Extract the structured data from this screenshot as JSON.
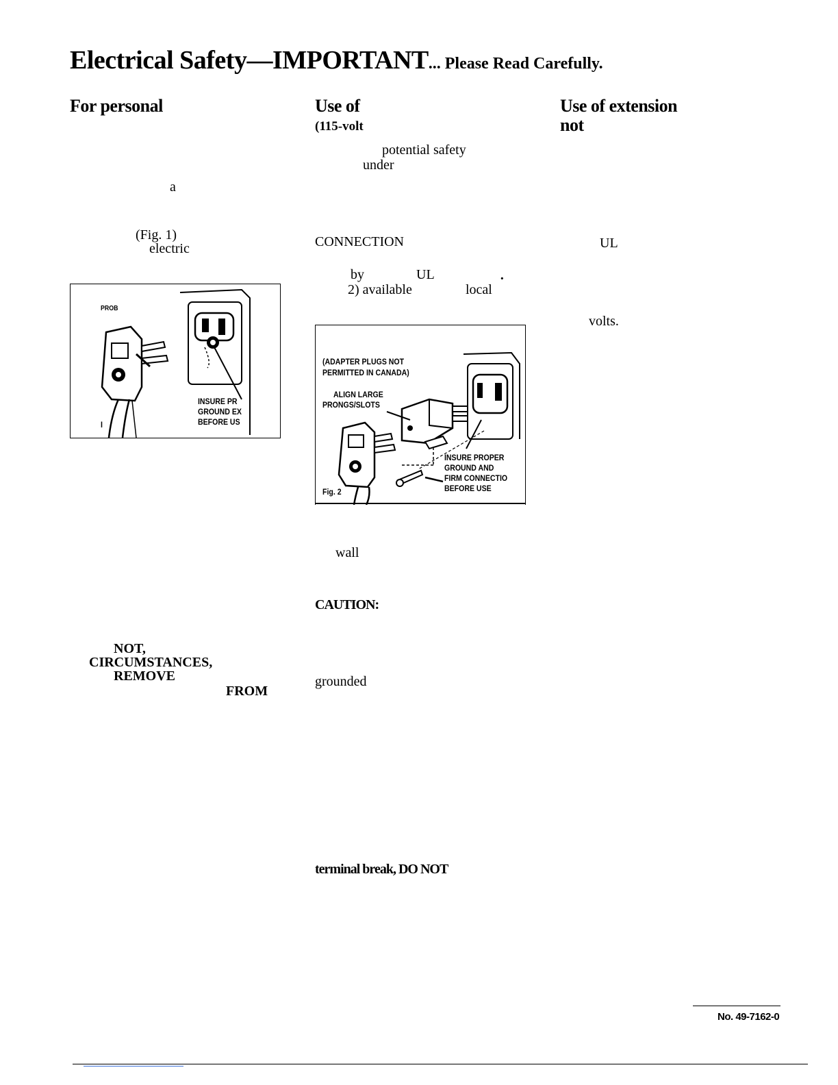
{
  "header": {
    "title_main": "Electrical Safety—IMPORTANT",
    "title_sub": "... Please Read Carefully."
  },
  "col1": {
    "heading": "For personal",
    "frag_a": "a",
    "frag_fig1": "(Fig. 1)",
    "frag_electric": "electric",
    "fig1": {
      "label_prong": "PROB",
      "label_insure_1": "INSURE PR",
      "label_insure_2": "GROUND EX",
      "label_insure_3": "BEFORE US",
      "label_mark": "I"
    },
    "warn_not": "NOT,",
    "warn_circ": "CIRCUMSTANCES,",
    "warn_remove": "REMOVE",
    "warn_from": "FROM"
  },
  "col2": {
    "heading": "Use of",
    "subheading": "(115-volt",
    "frag_potential": "potential safety",
    "frag_under": "under",
    "frag_connection": "CONNECTION",
    "frag_by": "by",
    "frag_ul": "UL",
    "frag_available": "2) available",
    "frag_local": "local",
    "fig2": {
      "label_adapter_1": "(ADAPTER PLUGS NOT",
      "label_adapter_2": "PERMITTED IN CANADA)",
      "label_align_1": "ALIGN LARGE",
      "label_align_2": "PRONGS/SLOTS",
      "label_insure_1": "INSURE PROPER",
      "label_insure_2": "GROUND AND",
      "label_insure_3": "FIRM CONNECTIO",
      "label_insure_4": "BEFORE USE",
      "label_fig": "Fig. 2"
    },
    "frag_wall": "wall",
    "caution": "CAUTION:",
    "frag_grounded": "grounded",
    "terminal_break": "terminal break, DO NOT"
  },
  "col3": {
    "heading_1": "Use of extension",
    "heading_2": "not",
    "frag_ul": "UL",
    "frag_volts": "volts."
  },
  "footer": {
    "doc_number": "No. 49-7162-0"
  }
}
